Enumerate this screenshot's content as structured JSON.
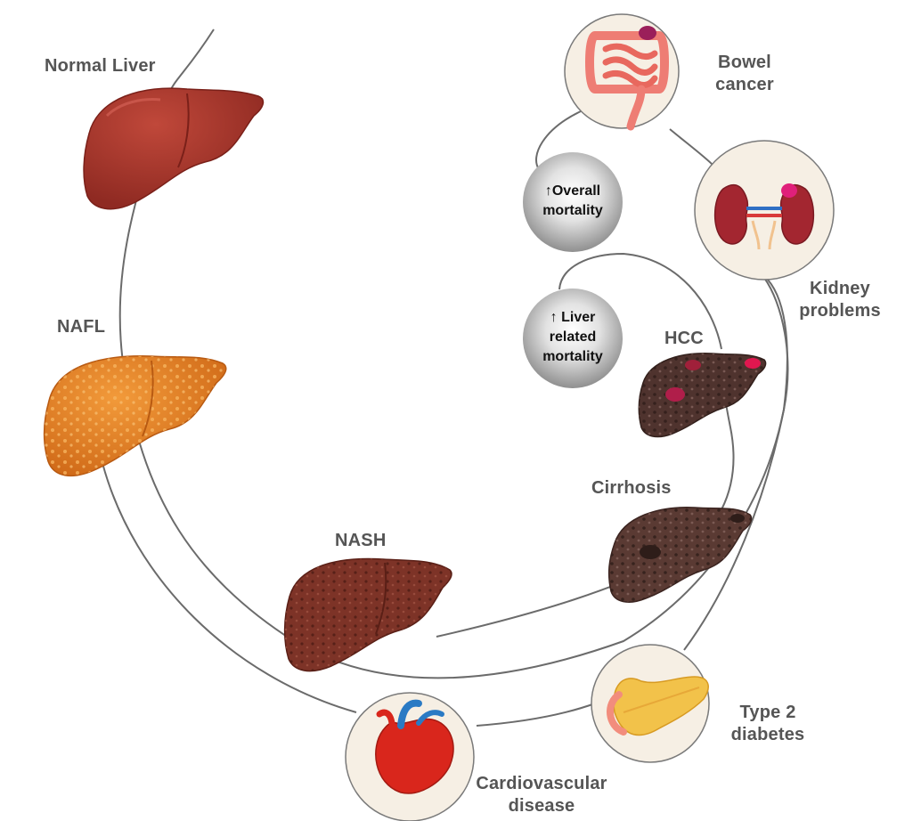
{
  "stages": {
    "normal": "Normal Liver",
    "nafl": "NAFL",
    "nash": "NASH",
    "cirrhosis": "Cirrhosis",
    "hcc": "HCC"
  },
  "mortality": {
    "overall_line1": "↑Overall",
    "overall_line2": "mortality",
    "liver_line1": "↑ Liver",
    "liver_line2": "related",
    "liver_line3": "mortality"
  },
  "conditions": {
    "bowel_line1": "Bowel",
    "bowel_line2": "cancer",
    "kidney_line1": "Kidney",
    "kidney_line2": "problems",
    "diabetes_line1": "Type 2",
    "diabetes_line2": "diabetes",
    "cardio_line1": "Cardiovascular",
    "cardio_line2": "disease"
  },
  "colors": {
    "line": "#6b6b6b",
    "normal_liver": "#a8352a",
    "nafl_liver": "#e07b25",
    "nash_liver": "#7d3327",
    "cirrhosis_liver": "#5a3a33",
    "hcc_liver": "#4f332e",
    "tumor": "#d81b60",
    "circle_fill": "#f6efe4",
    "sphere_dark": "#8a8a8a"
  }
}
